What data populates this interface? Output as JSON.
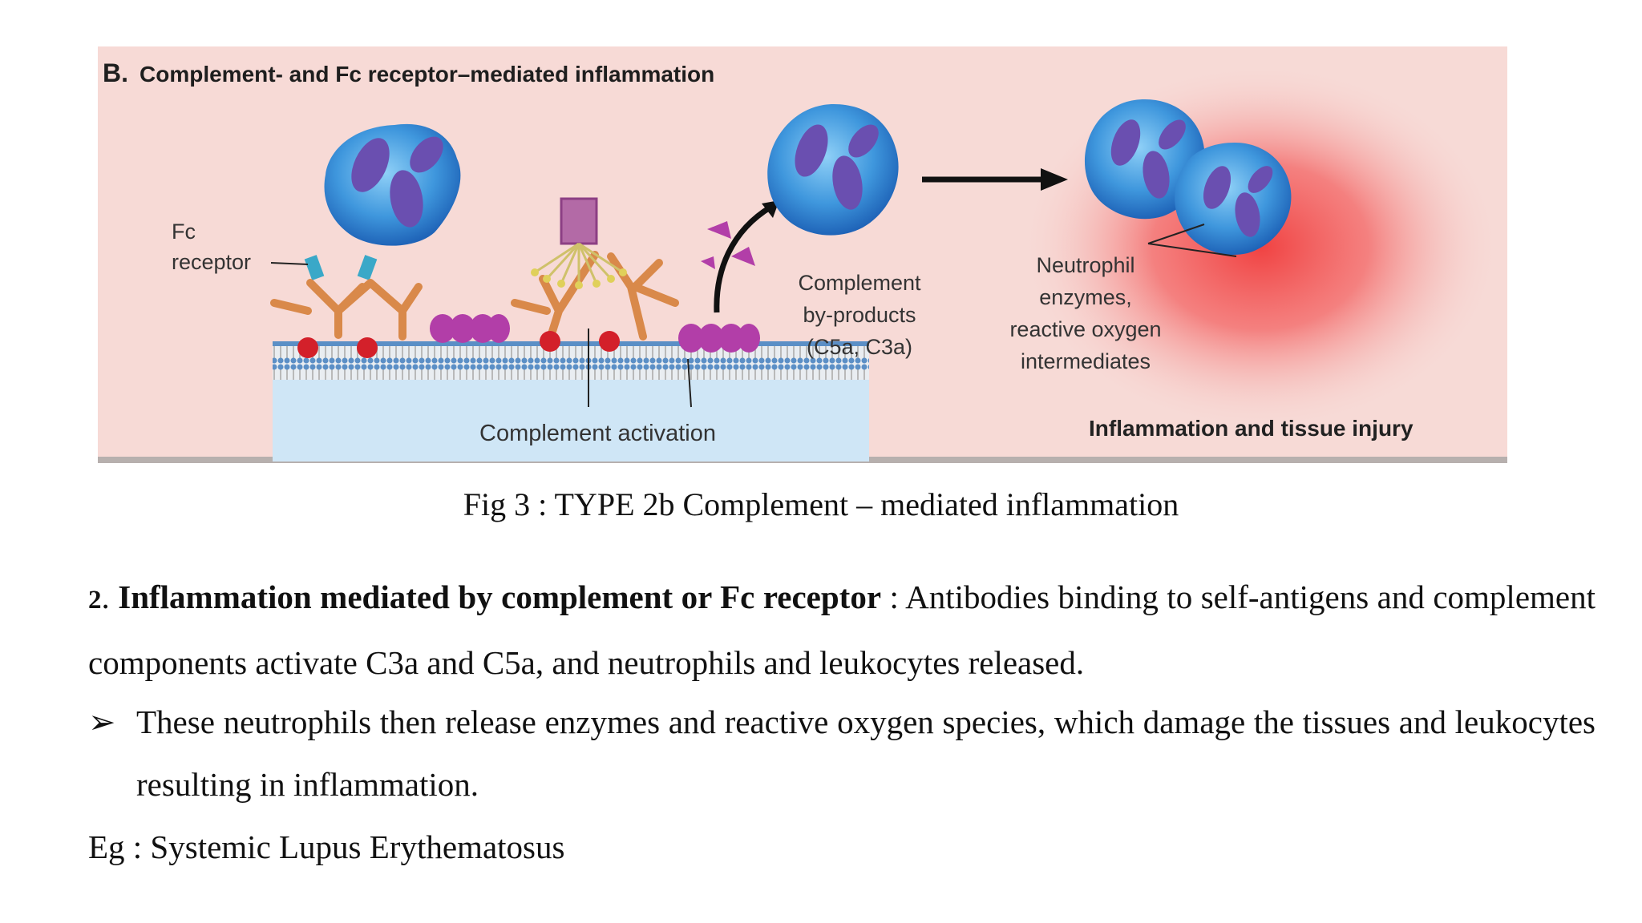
{
  "figure": {
    "panel_title_letter": "B.",
    "panel_title": "Complement- and Fc receptor–mediated inflammation",
    "label_fc_line1": "Fc",
    "label_fc_line2": "receptor",
    "label_complement_activation": "Complement activation",
    "label_byproducts_line1": "Complement",
    "label_byproducts_line2": "by-products",
    "label_byproducts_line3": "(C5a, C3a)",
    "label_neutrophil_line1": "Neutrophil",
    "label_neutrophil_line2": "enzymes,",
    "label_neutrophil_line3": "reactive oxygen",
    "label_neutrophil_line4": "intermediates",
    "label_inflammation": "Inflammation and tissue injury",
    "colors": {
      "background": "#f7d9d6",
      "cell_blue": "#4a9fe0",
      "nucleus": "#6a4fb0",
      "antibody": "#d9894a",
      "antigen": "#d3202a",
      "complement": "#b23ea8",
      "membrane": "#bcdcf2",
      "injury_glow": "#f24b4b"
    }
  },
  "caption": "Fig 3 : TYPE 2b Complement – mediated inflammation",
  "paragraph": {
    "number": "2",
    "number_suffix": ".",
    "heading": "Inflammation mediated by complement or Fc receptor",
    "text": " : Antibodies binding to self-antigens and complement components activate C3a and C5a, and neutrophils and  leukocytes released."
  },
  "bullet": {
    "glyph": "➢",
    "text": "These neutrophils then release enzymes and reactive oxygen species, which damage the tissues and leukocytes resulting in inflammation."
  },
  "example": "Eg : Systemic Lupus Erythematosus"
}
